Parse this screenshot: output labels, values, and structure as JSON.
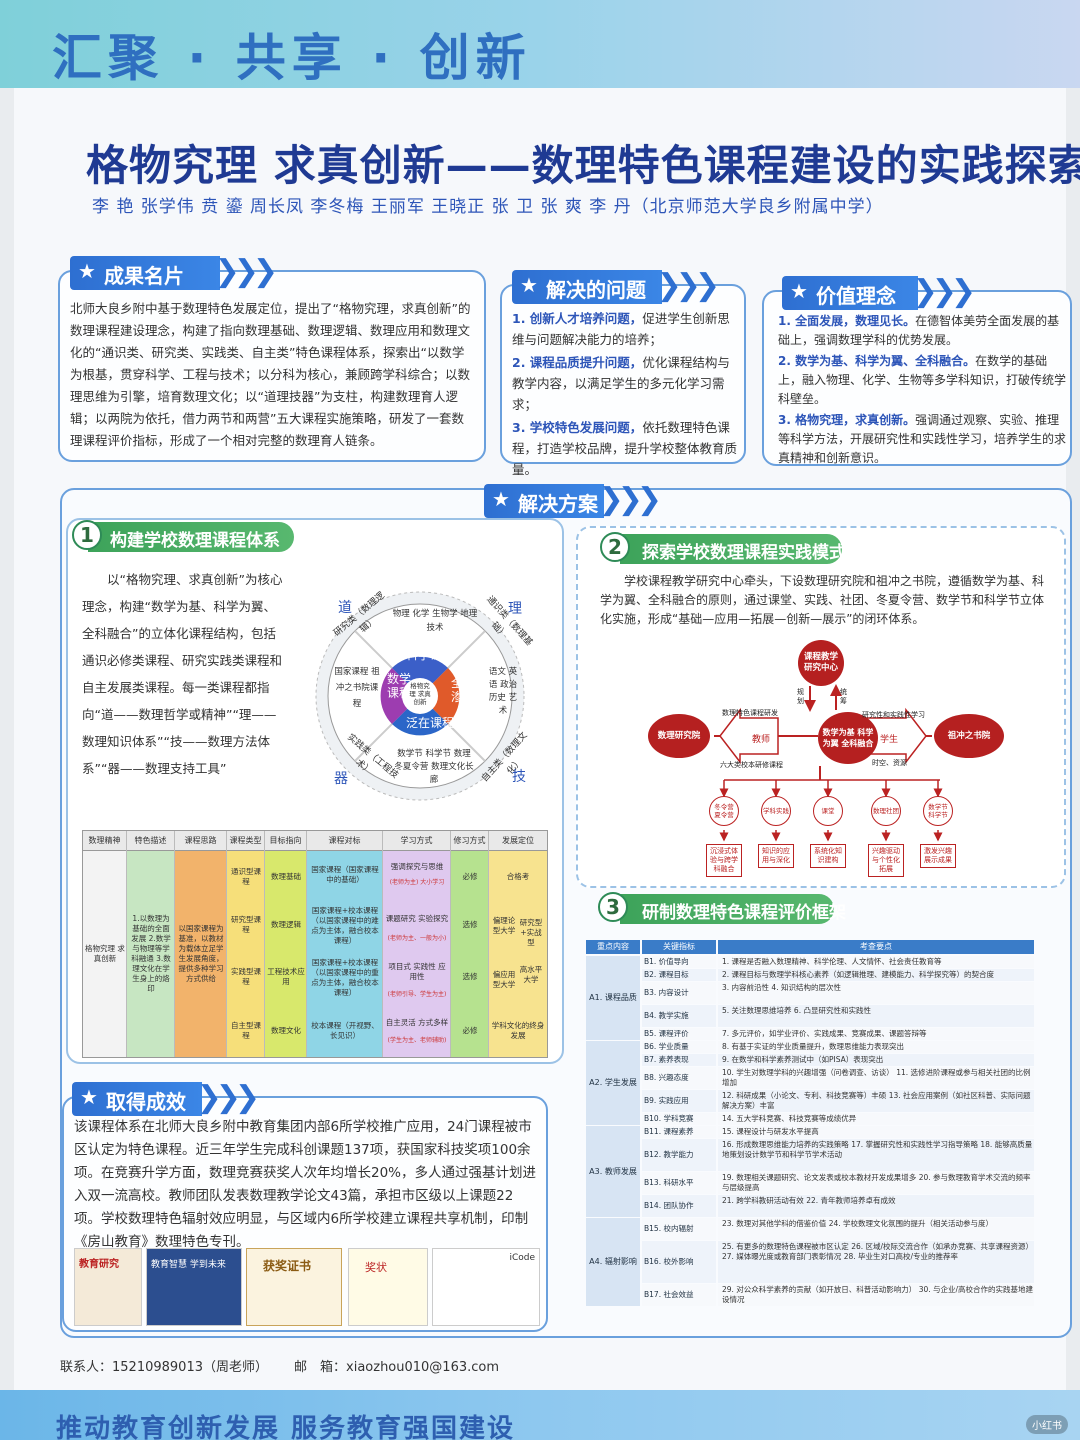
{
  "banner": {
    "slogan": "汇聚 · 共享 · 创新"
  },
  "footer_band": {
    "slogan": "推动教育创新发展  服务教育强国建设"
  },
  "watermark": "小红书",
  "title": "格物究理 求真创新——数理特色课程建设的实践探索",
  "authors": "李 艳  张学伟  贲 鎏  周长凤  李冬梅  王丽军  王晓正  张 卫  张 爽  李 丹（北京师范大学良乡附属中学）",
  "achievement_card": {
    "heading": "成果名片",
    "text": "北师大良乡附中基于数理特色发展定位，提出了“格物究理，求真创新”的数理课程建设理念，构建了指向数理基础、数理逻辑、数理应用和数理文化的“通识类、研究类、实践类、自主类”特色课程体系，探索出“以数学为根基，贯穿科学、工程与技术；以分科为核心，兼顾跨学科综合；以数理思维为引擎，培育数理文化；以“道理技器”为支柱，构建数理育人逻辑；以两院为依托，借力两节和两营”五大课程实施策略，研发了一套数理课程评价指标，形成了一个相对完整的数理育人链条。"
  },
  "problems": {
    "heading": "解决的问题",
    "items": [
      {
        "hl": "1. 创新人才培养问题，",
        "text": "促进学生创新思维与问题解决能力的培养；"
      },
      {
        "hl": "2. 课程品质提升问题，",
        "text": "优化课程结构与教学内容，以满足学生的多元化学习需求；"
      },
      {
        "hl": "3. 学校特色发展问题，",
        "text": "依托数理特色课程，打造学校品牌，提升学校整体教育质量。"
      }
    ]
  },
  "values": {
    "heading": "价值理念",
    "items": [
      {
        "hl": "1. 全面发展，数理见长。",
        "text": "在德智体美劳全面发展的基础上，强调数理学科的优势发展。"
      },
      {
        "hl": "2. 数学为基、科学为翼、全科融合。",
        "text": "在数学的基础上，融入物理、化学、生物等多学科知识，打破传统学科壁垒。"
      },
      {
        "hl": "3. 格物究理，求真创新。",
        "text": "强调通过观察、实验、推理等科学方法，开展研究性和实践性学习，培养学生的求真精神和创新意识。"
      }
    ]
  },
  "solution": {
    "heading": "解决方案",
    "part1": {
      "num": "1",
      "heading": "构建学校数理课程体系",
      "text": "以“格物究理、求真创新”为核心理念，构建“数学为基、科学为翼、全科融合”的立体化课程结构，包括通识必修类课程、研究实践类课程和自主发展类课程。每一类课程都指向“道——数理哲学或精神”“理——数理知识体系”“技——数理方法体系”“器——数理支持工具”"
    },
    "wheel": {
      "center": "格物究理 求真创新",
      "q_top": "科学课程",
      "q_left": "数学课程",
      "q_right": "全科渗透",
      "q_bottom": "泛在课程",
      "top_items": "物理 化学 生物学 地理 技术",
      "left_items": "国家课程 祖冲之书院课程",
      "right_items": "语文 英语 政治 历史 艺术",
      "bottom_items": "数学节 科学节 数理冬夏令营 数理文化长廊",
      "ring_tl": "研究类（数理逻辑）",
      "ring_tr": "通识类（数理基础）",
      "ring_bl": "实践类（工程技术）",
      "ring_br": "自主类（数理文化）",
      "corner_tl": "道",
      "corner_tr": "理",
      "corner_bl": "器",
      "corner_br": "技"
    },
    "matrix": {
      "headers": [
        "数理精神",
        "特色描述",
        "课程思路",
        "课程类型",
        "目标指向",
        "课程对标",
        "学习方式",
        "修习方式",
        "发展定位"
      ],
      "spirit": "格物究理 求真创新",
      "feature": "1.以数理为基础的全面发展 2.数学与物理等学科融通 3.数理文化在学生身上的烙印",
      "idea": "以国家课程为基准，以教材为载体立足学生发展角度，提供多种学习方式供给",
      "types": [
        "通识型课程",
        "研究型课程",
        "实践型课程",
        "自主型课程"
      ],
      "targets": [
        "数理基础",
        "数理逻辑",
        "工程技术应用",
        "数理文化"
      ],
      "benchmarks": [
        "国家课程（国家课程中的基础）",
        "国家课程+校本课程（以国家课程中的难点为主体，融合校本课程）",
        "国家课程+校本课程（以国家课程中的重点为主体，融合校本课程）",
        "校本课程（开视野、长见识）"
      ],
      "methods": [
        "强调探究与思维",
        "课题研究 实验探究",
        "项目式 实践性 应用性",
        "自主灵活 方式多样"
      ],
      "method_notes": [
        "(老师为主) 大小学习",
        "(老师为主、一般为小)",
        "(老师引导、学生为主)",
        "(学生为主、老师辅助)"
      ],
      "study_modes": [
        "必修",
        "选修",
        "选修",
        "必修"
      ],
      "positions": [
        "合格考",
        "偏理论型大学",
        "研究型+实战型",
        "偏应用型大学",
        "高水平大学",
        "学科文化的终身发展"
      ]
    },
    "part2": {
      "num": "2",
      "heading": "探索学校数理课程实践模式",
      "text": "学校课程教学研究中心牵头，下设数理研究院和祖冲之书院，遵循数学为基、科学为翼、全科融合的原则，通过课堂、实践、社团、冬夏令营、数学节和科学节立体化实施，形成“基础—应用—拓展—创新—展示”的闭环体系。"
    },
    "flow": {
      "center_top": "课程教学研究中心",
      "left": "数理研究院",
      "middle": "数学为基 科学为翼 全科融合",
      "right": "祖冲之书院",
      "plan": "规划",
      "coord": "统筹",
      "l_top": "数理特色课程研发",
      "r_top": "研究性和实践性学习",
      "teacher": "教师",
      "student": "学生",
      "time": "时空、资源",
      "l_bottom": "六大类校本研修课程",
      "bubbles": [
        "冬令营 夏令营",
        "学科实践",
        "课堂",
        "数理社团",
        "数学节 科学节"
      ],
      "outcomes": [
        "沉浸式体验与跨学科融合",
        "知识的应用与深化",
        "系统化知识建构",
        "兴趣驱动与个性化拓展",
        "激发兴趣展示成果"
      ]
    },
    "part3": {
      "num": "3",
      "heading": "研制数理特色课程评价框架"
    },
    "eval": {
      "headers": [
        "重点内容",
        "关键指标",
        "考查要点"
      ],
      "groups": [
        {
          "cat": "A1. 课程品质",
          "rows": [
            {
              "key": "B1. 价值导向",
              "det": "1. 课程是否融入数理精神、科学伦理、人文情怀、社会责任教育等"
            },
            {
              "key": "B2. 课程目标",
              "det": "2. 课程目标与数理学科核心素养（如逻辑推理、建模能力、科学探究等）的契合度"
            },
            {
              "key": "B3. 内容设计",
              "det": "3. 内容前沿性 4. 知识结构的层次性"
            },
            {
              "key": "B4. 教学实施",
              "det": "5. 关注数理思维培养 6. 凸显研究性和实践性"
            },
            {
              "key": "B5. 课程评价",
              "det": "7. 多元评价，如学业评价、实践成果、竞赛成果、课题答辩等"
            }
          ]
        },
        {
          "cat": "A2. 学生发展",
          "rows": [
            {
              "key": "B6. 学业质量",
              "det": "8. 有基于实证的学业质量提升，数理思维能力表现突出"
            },
            {
              "key": "B7. 素养表现",
              "det": "9. 在数学和科学素养测试中（如PISA）表现突出"
            },
            {
              "key": "B8. 兴趣态度",
              "det": "10. 学生对数理学科的兴趣增强（问卷调查、访谈） 11. 选修进阶课程或参与相关社团的比例增加"
            },
            {
              "key": "B9. 实践应用",
              "det": "12. 科研成果（小论文、专利、科技竞赛等）丰硕 13. 社会应用案例（如社区科普、实际问题解决方案）丰富"
            },
            {
              "key": "B10. 学科竞赛",
              "det": "14. 五大学科竞赛、科技竞赛等成绩优异"
            }
          ]
        },
        {
          "cat": "A3. 教师发展",
          "rows": [
            {
              "key": "B11. 课程素养",
              "det": "15. 课程设计与研发水平提高"
            },
            {
              "key": "B12. 教学能力",
              "det": "16. 形成数理思维能力培养的实践策略 17. 掌握研究性和实践性学习指导策略 18. 能够高质量地策划设计数学节和科学节学术活动"
            },
            {
              "key": "B13. 科研水平",
              "det": "19. 数理相关课题研究、论文发表或校本教材开发成果增多 20. 参与数理教育学术交流的频率与层级提高"
            },
            {
              "key": "B14. 团队协作",
              "det": "21. 跨学科教研活动有效 22. 青年教师培养卓有成效"
            }
          ]
        },
        {
          "cat": "A4. 辐射影响",
          "rows": [
            {
              "key": "B15. 校内辐射",
              "det": "23. 数理对其他学科的借鉴价值 24. 学校数理文化氛围的提升（相关活动参与度）"
            },
            {
              "key": "B16. 校外影响",
              "det": "25. 有更多的数理特色课程被市区认定 26. 区域/校际交流合作（如承办竞赛、共享课程资源） 27. 媒体曝光度或教育部门表彰情况 28. 毕业生对口高校/专业的推荐率"
            },
            {
              "key": "B17. 社会效益",
              "det": "29. 对公众科学素养的贡献（如开放日、科普活动影响力） 30. 与企业/高校合作的实践基地建设情况"
            }
          ]
        }
      ]
    }
  },
  "results": {
    "heading": "取得成效",
    "text": "该课程体系在北师大良乡附中教育集团内部6所学校推广应用，24门课程被市区认定为特色课程。近三年学生完成科创课题137项，获国家科技奖项100余项。在竞赛升学方面，数理竞赛获奖人次年均增长20%，多人通过强基计划进入双一流高校。教师团队发表数理教学论文43篇，承担市区级以上课题22项。学校数理特色辐射效应明显，与区域内6所学校建立课程共享机制，印制《房山教育》数理特色专刊。",
    "photos": [
      "教育研究",
      "教育智慧 学到未来",
      "获奖证书",
      "奖状",
      "iCode"
    ]
  },
  "contact": {
    "phone_label": "联系人：",
    "phone": "15210989013（周老师）",
    "email_label": "邮　箱：",
    "email": "xiaozhou010@163.com"
  },
  "colors": {
    "primary": "#2e6fd1",
    "green": "#3da35a",
    "flow_red": "#b22222",
    "title": "#1f3a93"
  }
}
